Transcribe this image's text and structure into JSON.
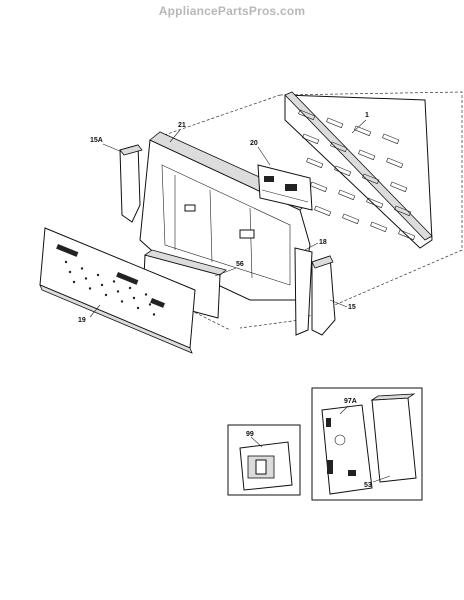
{
  "watermark": "AppliancePartsPros.com",
  "callouts": {
    "p1": "1",
    "p15a": "15A",
    "p21": "21",
    "p20": "20",
    "p18": "18",
    "p56": "56",
    "p15": "15",
    "p19": "19",
    "p97a": "97A",
    "p99": "99",
    "p53": "53"
  }
}
